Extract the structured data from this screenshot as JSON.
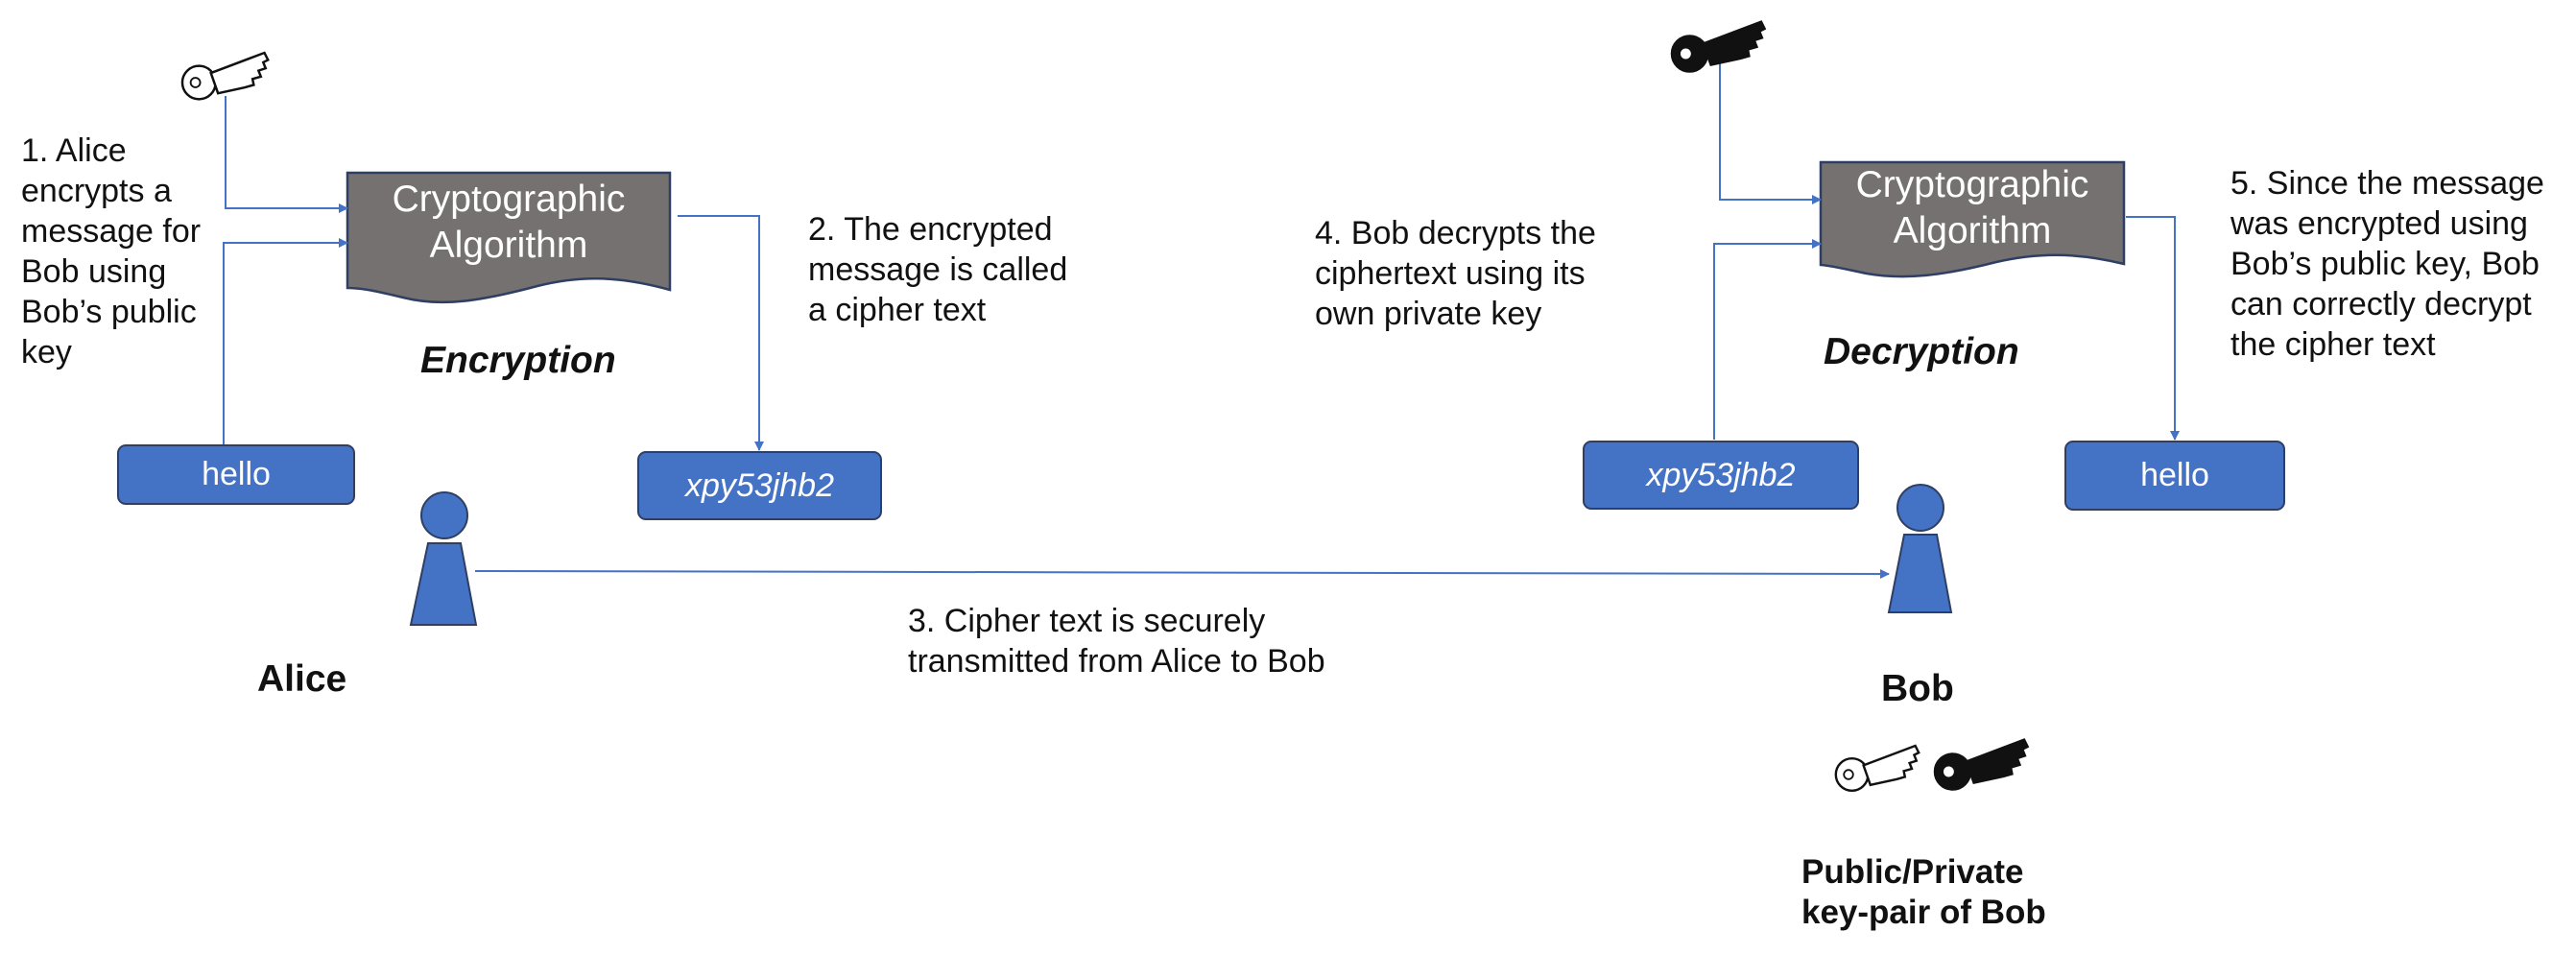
{
  "encryption": {
    "step_text": "1. Alice\nencrypts a\nmessage for\nBob using\nBob’s public\nkey",
    "algorithm_label": "Cryptographic\nAlgorithm",
    "heading": "Encryption",
    "input_message": "hello",
    "output_ciphertext": "xpy53jhb2",
    "output_note": "2. The encrypted\nmessage is called\na cipher text",
    "key_icon": "public-key-icon"
  },
  "transmission": {
    "sender_name": "Alice",
    "receiver_name": "Bob",
    "note": "3. Cipher text is securely\ntransmitted from Alice to Bob"
  },
  "decryption": {
    "step_text": "4. Bob decrypts the\nciphertext using its\nown private key",
    "algorithm_label": "Cryptographic\nAlgorithm",
    "heading": "Decryption",
    "input_ciphertext": "xpy53jhb2",
    "output_message": "hello",
    "output_note": "5. Since the message\nwas encrypted using\nBob’s public key, Bob\ncan correctly decrypt\nthe cipher text",
    "key_icon": "private-key-icon"
  },
  "keypair": {
    "caption": "Public/Private\nkey-pair of Bob"
  },
  "colors": {
    "box_fill": "#4472c4",
    "box_border": "#2e3f63",
    "algorithm_fill": "#767171",
    "arrow": "#4472c4",
    "text": "#111111"
  }
}
